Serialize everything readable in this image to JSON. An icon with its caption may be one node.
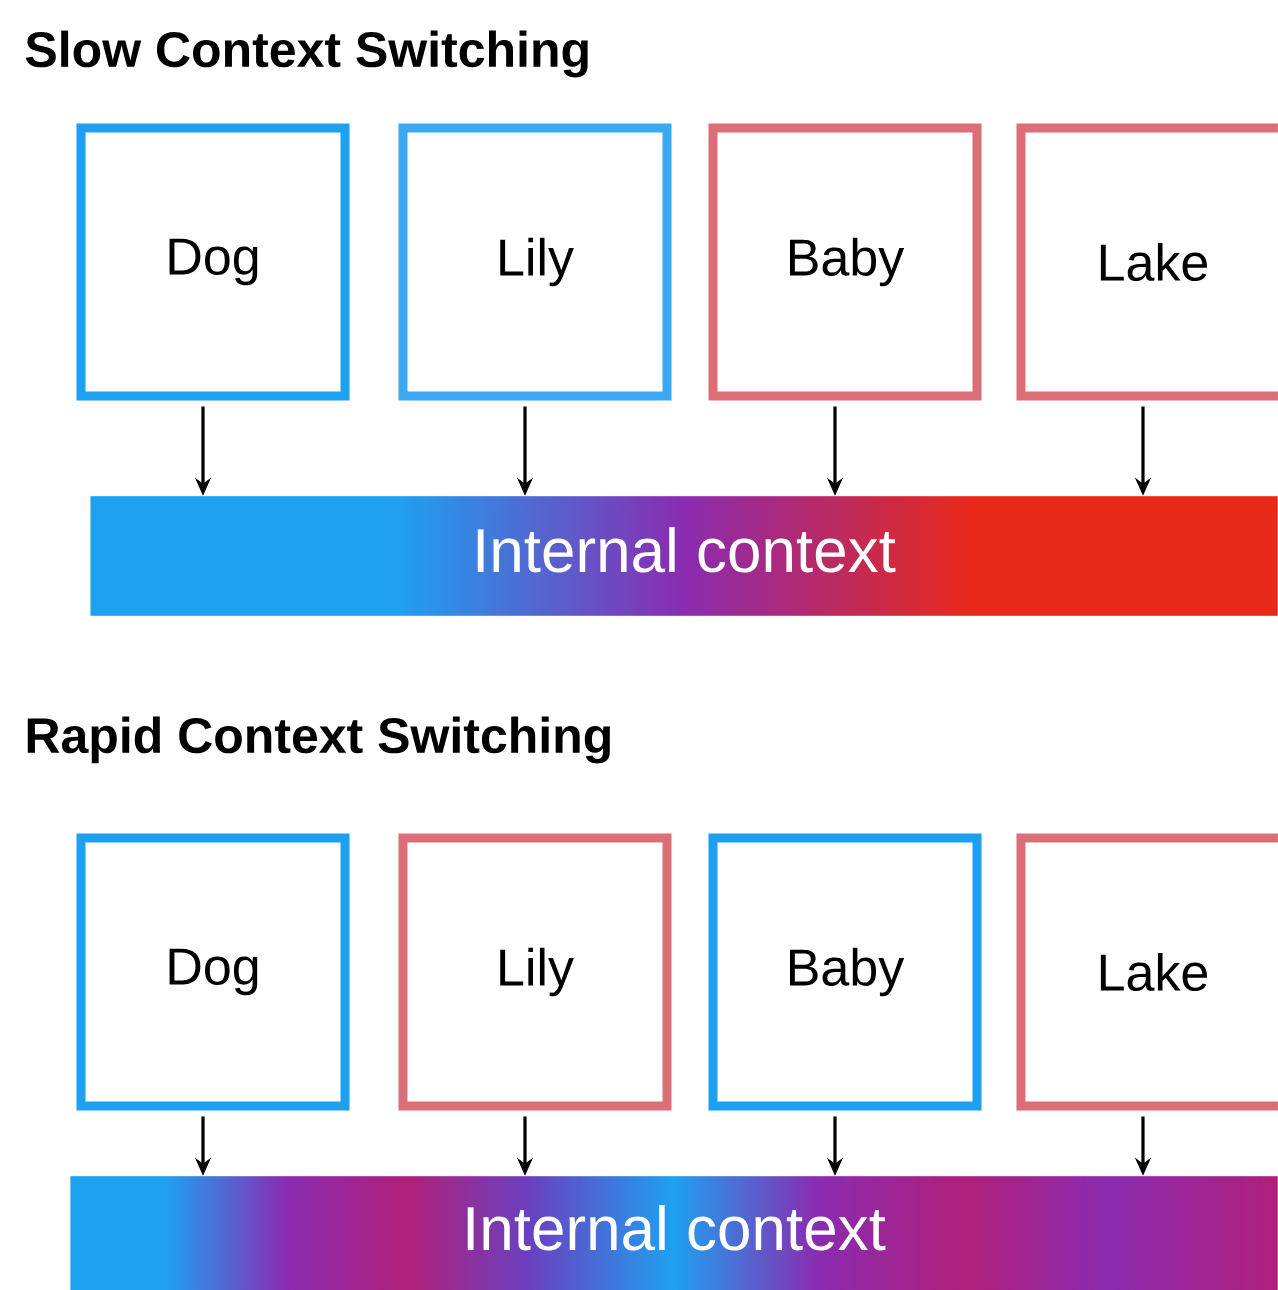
{
  "diagram": {
    "title": "Slow Context Switching",
    "nodes": [
      {
        "text": [
          "Dog"
        ]
      },
      {
        "text": [
          "Lily"
        ]
      },
      {
        "text": [
          "Baby"
        ]
      },
      {
        "text": [
          "Lake"
        ]
      },
      {
        "text": [
          "Internal context"
        ]
      },
      {
        "text": [
          "Dog"
        ]
      },
      {
        "text": [
          "Lily"
        ]
      },
      {
        "text": [
          "Baby"
        ]
      },
      {
        "text": [
          "Lake"
        ]
      },
      {
        "text": [
          "Internal context"
        ]
      }
    ],
    "edges": [
      {
        "from": 0,
        "to": 4,
        "arrow": "to"
      },
      {
        "from": 1,
        "to": 4,
        "arrow": "to"
      },
      {
        "from": 2,
        "to": 4,
        "arrow": "to"
      },
      {
        "from": 3,
        "to": 4,
        "arrow": "to"
      },
      {
        "from": 5,
        "to": 9,
        "arrow": "to"
      },
      {
        "from": 6,
        "to": 9,
        "arrow": "to"
      },
      {
        "from": 7,
        "to": 9,
        "arrow": "to"
      },
      {
        "from": 8,
        "to": 9,
        "arrow": "to"
      }
    ],
    "labels": [
      "Rapid Context Switching"
    ]
  }
}
